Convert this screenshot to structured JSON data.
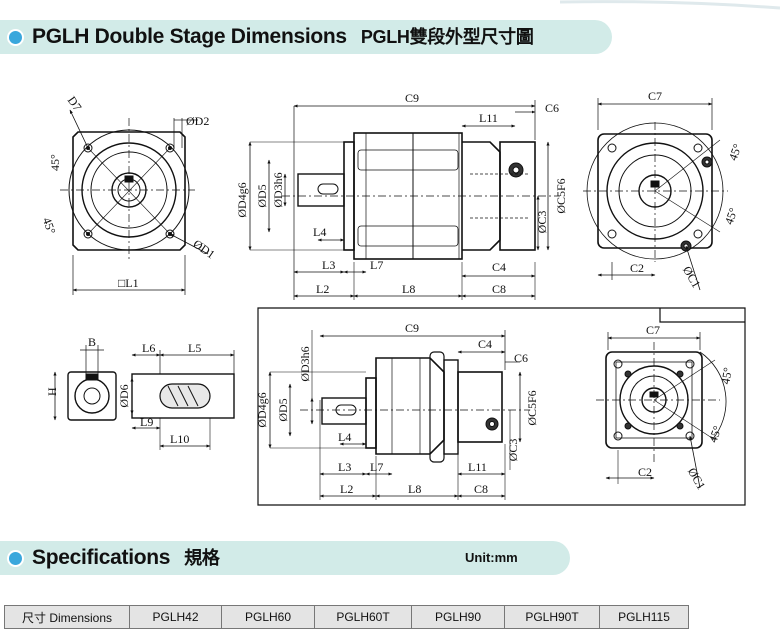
{
  "header": {
    "title_en": "PGLH Double Stage Dimensions",
    "title_cn": "PGLH雙段外型尺寸圖"
  },
  "drawing_labels": {
    "top_front": [
      "D7",
      "ØD2",
      "45°",
      "45°",
      "ØD1",
      "□L1"
    ],
    "top_side": [
      "C9",
      "L11",
      "C6",
      "ØD4g6",
      "ØD5",
      "ØD3h6",
      "ØC5F6",
      "ØC3",
      "L4",
      "L3",
      "L7",
      "C4",
      "L2",
      "L8",
      "C8"
    ],
    "top_rear": [
      "C7",
      "45°",
      "45°",
      "C2",
      "ØC1"
    ],
    "shaft": [
      "B",
      "L6",
      "L5",
      "H",
      "ØD6",
      "L9",
      "L10"
    ],
    "bottom_side": [
      "C9",
      "ØD3h6",
      "C4",
      "C6",
      "ØD4g6",
      "ØD5",
      "ØC5F6",
      "L4",
      "ØC3",
      "L3",
      "L7",
      "L11",
      "L2",
      "L8",
      "C8"
    ],
    "bottom_rear": [
      "C7",
      "45°",
      "45°",
      "C2",
      "ØC1"
    ]
  },
  "specs": {
    "title_en": "Specifications",
    "title_cn": "規格",
    "unit": "Unit:mm",
    "columns": [
      "尺寸 Dimensions",
      "PGLH42",
      "PGLH60",
      "PGLH60T",
      "PGLH90",
      "PGLH90T",
      "PGLH115"
    ]
  },
  "colors": {
    "banner_bg": "#d2ebe8",
    "bullet": "#3aa7dc",
    "table_header_bg": "#e4e4e4"
  }
}
